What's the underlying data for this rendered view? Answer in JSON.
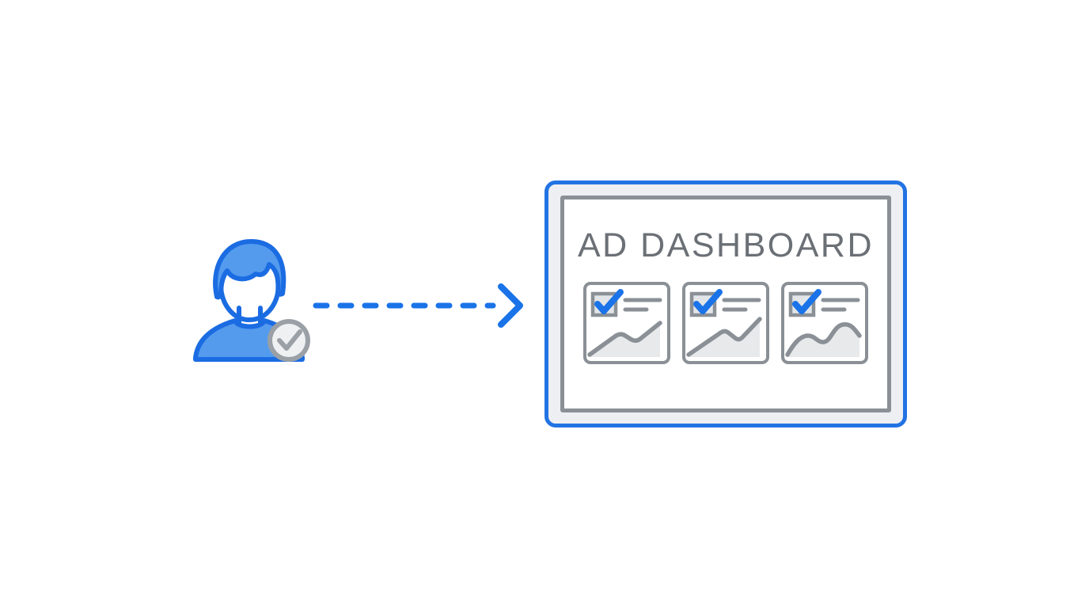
{
  "dashboard": {
    "title": "AD DASHBOARD",
    "cards": [
      {
        "name": "ad-card-1",
        "checkbox_state": "checked",
        "trend": "rising"
      },
      {
        "name": "ad-card-2",
        "checkbox_state": "checked",
        "trend": "rising-with-dip"
      },
      {
        "name": "ad-card-3",
        "checkbox_state": "checked",
        "trend": "wavy-rising"
      }
    ]
  },
  "user": {
    "icon": "person",
    "badge": "verified-check"
  },
  "arrow": {
    "style": "dashed",
    "direction": "right"
  },
  "colors": {
    "accent_blue": "#1a73e8",
    "blue_outline": "#1b6ce2",
    "blue_fill": "#549bee",
    "blue_fill_light": "#6aa9f0",
    "gray_stroke": "#8a9096",
    "gray_fill": "#e7e9eb",
    "badge_gray": "#9aa0a6",
    "badge_fill": "#eef0f2",
    "title_gray": "#6b7076",
    "panel_bezel": "#edeff2",
    "background": "#ffffff"
  }
}
